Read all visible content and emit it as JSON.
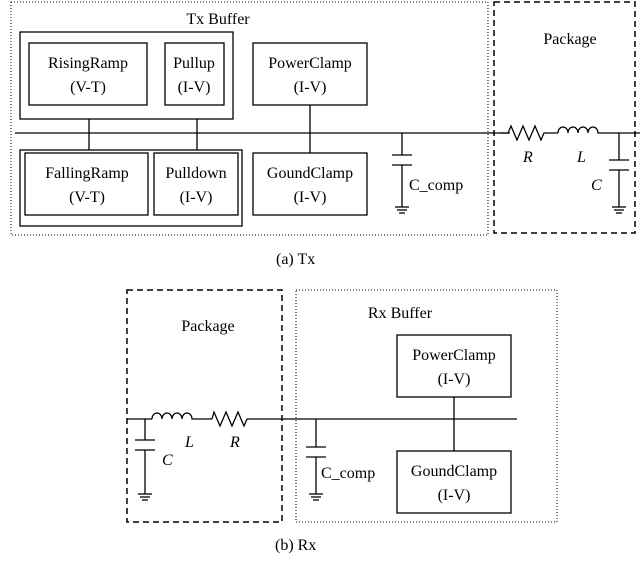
{
  "tx": {
    "title": "Tx Buffer",
    "rising": {
      "name": "RisingRamp",
      "type": "(V-T)"
    },
    "pullup": {
      "name": "Pullup",
      "type": "(I-V)"
    },
    "falling": {
      "name": "FallingRamp",
      "type": "(V-T)"
    },
    "pulldown": {
      "name": "Pulldown",
      "type": "(I-V)"
    },
    "powerclamp": {
      "name": "PowerClamp",
      "type": "(I-V)"
    },
    "groundclamp": {
      "name": "GoundClamp",
      "type": "(I-V)"
    },
    "ccomp": "C_comp",
    "package": {
      "title": "Package",
      "r": "R",
      "l": "L",
      "c": "C"
    },
    "caption": "(a)   Tx"
  },
  "rx": {
    "title": "Rx Buffer",
    "powerclamp": {
      "name": "PowerClamp",
      "type": "(I-V)"
    },
    "groundclamp": {
      "name": "GoundClamp",
      "type": "(I-V)"
    },
    "ccomp": "C_comp",
    "package": {
      "title": "Package",
      "r": "R",
      "l": "L",
      "c": "C"
    },
    "caption": "(b) Rx"
  }
}
